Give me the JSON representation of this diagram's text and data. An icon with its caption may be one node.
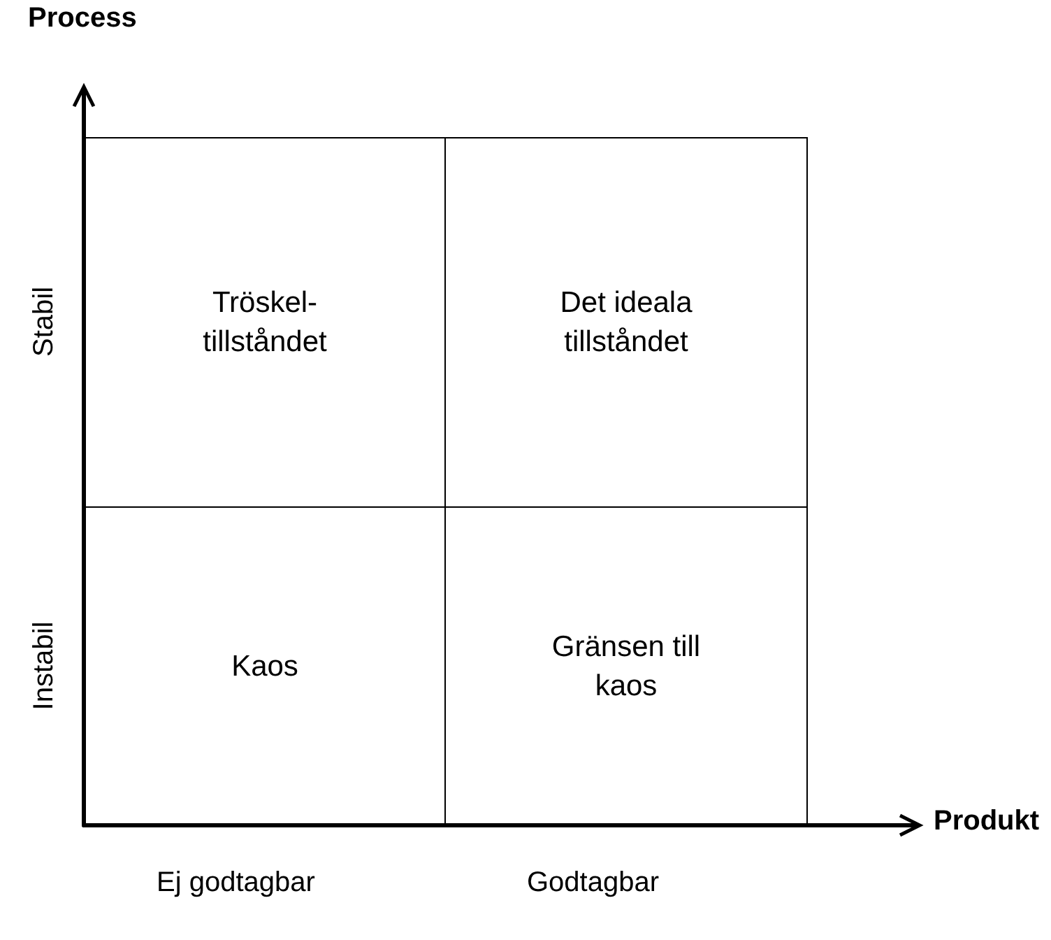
{
  "diagram": {
    "nodes": [
      {
        "text": [
          "Tröskel- tillståndet"
        ]
      },
      {
        "text": [
          "Det ideala tillståndet"
        ]
      },
      {
        "text": [
          "Kaos"
        ]
      },
      {
        "text": [
          "Gränsen till kaos"
        ]
      }
    ],
    "labels": [
      "Process",
      "Stabil",
      "Instabil",
      "Produkt",
      "Ej godtagbar",
      "Godtagbar"
    ]
  }
}
